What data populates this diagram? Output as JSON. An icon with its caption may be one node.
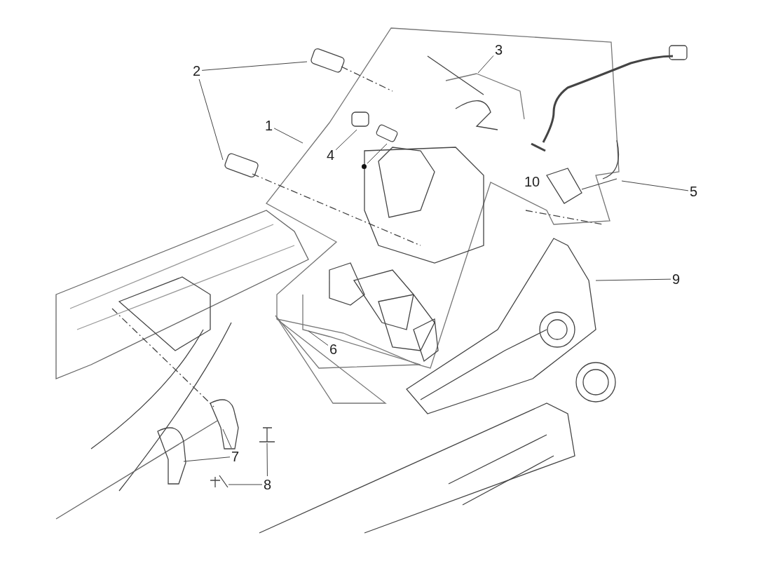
{
  "diagram": {
    "nodes": [
      {
        "text": [
          "3"
        ]
      },
      {
        "text": [
          "2"
        ]
      },
      {
        "text": [
          "1"
        ]
      },
      {
        "text": [
          "4"
        ]
      },
      {
        "text": [],
        "shape": "circle"
      },
      {
        "text": [
          "5"
        ]
      },
      {
        "text": [
          "9"
        ]
      },
      {
        "text": [
          "6"
        ]
      },
      {
        "text": [
          "7"
        ]
      },
      {
        "text": [
          "8"
        ]
      }
    ],
    "edges": [
      {
        "from": 0,
        "to": null,
        "arrow": "none"
      },
      {
        "from": 1,
        "to": null,
        "arrow": "none"
      },
      {
        "from": 1,
        "to": null,
        "arrow": "none"
      },
      {
        "from": 2,
        "to": null,
        "arrow": "none"
      },
      {
        "from": 3,
        "to": null,
        "arrow": "none"
      },
      {
        "from": 4,
        "to": null,
        "arrow": "none"
      },
      {
        "from": 5,
        "to": null,
        "arrow": "none"
      },
      {
        "from": 6,
        "to": null,
        "arrow": "none"
      },
      {
        "from": 7,
        "to": null,
        "arrow": "none"
      },
      {
        "from": 8,
        "to": null,
        "arrow": "none"
      },
      {
        "from": 8,
        "to": null,
        "arrow": "none"
      },
      {
        "from": 9,
        "to": null,
        "arrow": "none"
      },
      {
        "from": 9,
        "to": null,
        "arrow": "none"
      }
    ],
    "labels": [
      "10"
    ]
  }
}
